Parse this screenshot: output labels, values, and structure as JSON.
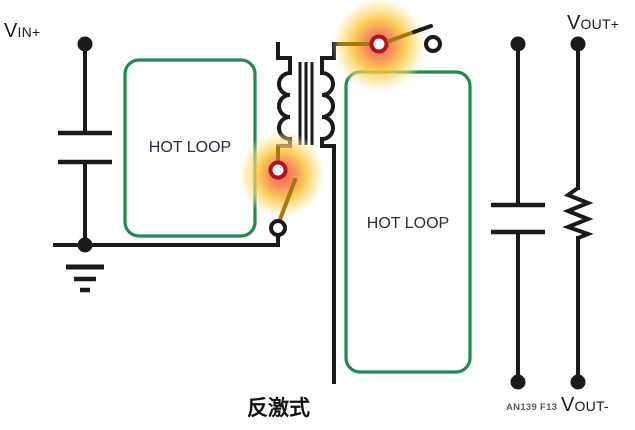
{
  "diagram": {
    "title_cn": "反激式",
    "figure_code": "AN139 F13",
    "labels": {
      "vin_plus_v": "V",
      "vin_plus_sub": "IN+",
      "vout_plus_v": "V",
      "vout_plus_sub": "OUT+",
      "vout_minus_v": "V",
      "vout_minus_sub": "OUT-"
    },
    "annotations": {
      "hot_loop_primary": "HOT LOOP",
      "hot_loop_secondary": "HOT LOOP"
    },
    "colors": {
      "power_rail_red": "#c8202a",
      "rail_highlight": "#ee4a52",
      "hot_loop_green": "#1f8a4c",
      "wire_black": "#1a1a1a",
      "switch_amber": "#a07a12",
      "switch_node_red": "#b4121f",
      "glow_center": "#f05a4a",
      "glow_mid": "#fbc83c",
      "background": "#ffffff"
    },
    "components": [
      {
        "name": "input-capacitor",
        "type": "capacitor",
        "side": "primary"
      },
      {
        "name": "ground-symbol",
        "type": "ground",
        "side": "primary"
      },
      {
        "name": "transformer",
        "type": "transformer",
        "windings": 2
      },
      {
        "name": "primary-switch",
        "type": "switch",
        "state": "open"
      },
      {
        "name": "secondary-switch",
        "type": "switch",
        "state": "open"
      },
      {
        "name": "output-capacitor",
        "type": "capacitor",
        "side": "secondary"
      },
      {
        "name": "load-resistor",
        "type": "resistor",
        "side": "secondary"
      }
    ]
  }
}
